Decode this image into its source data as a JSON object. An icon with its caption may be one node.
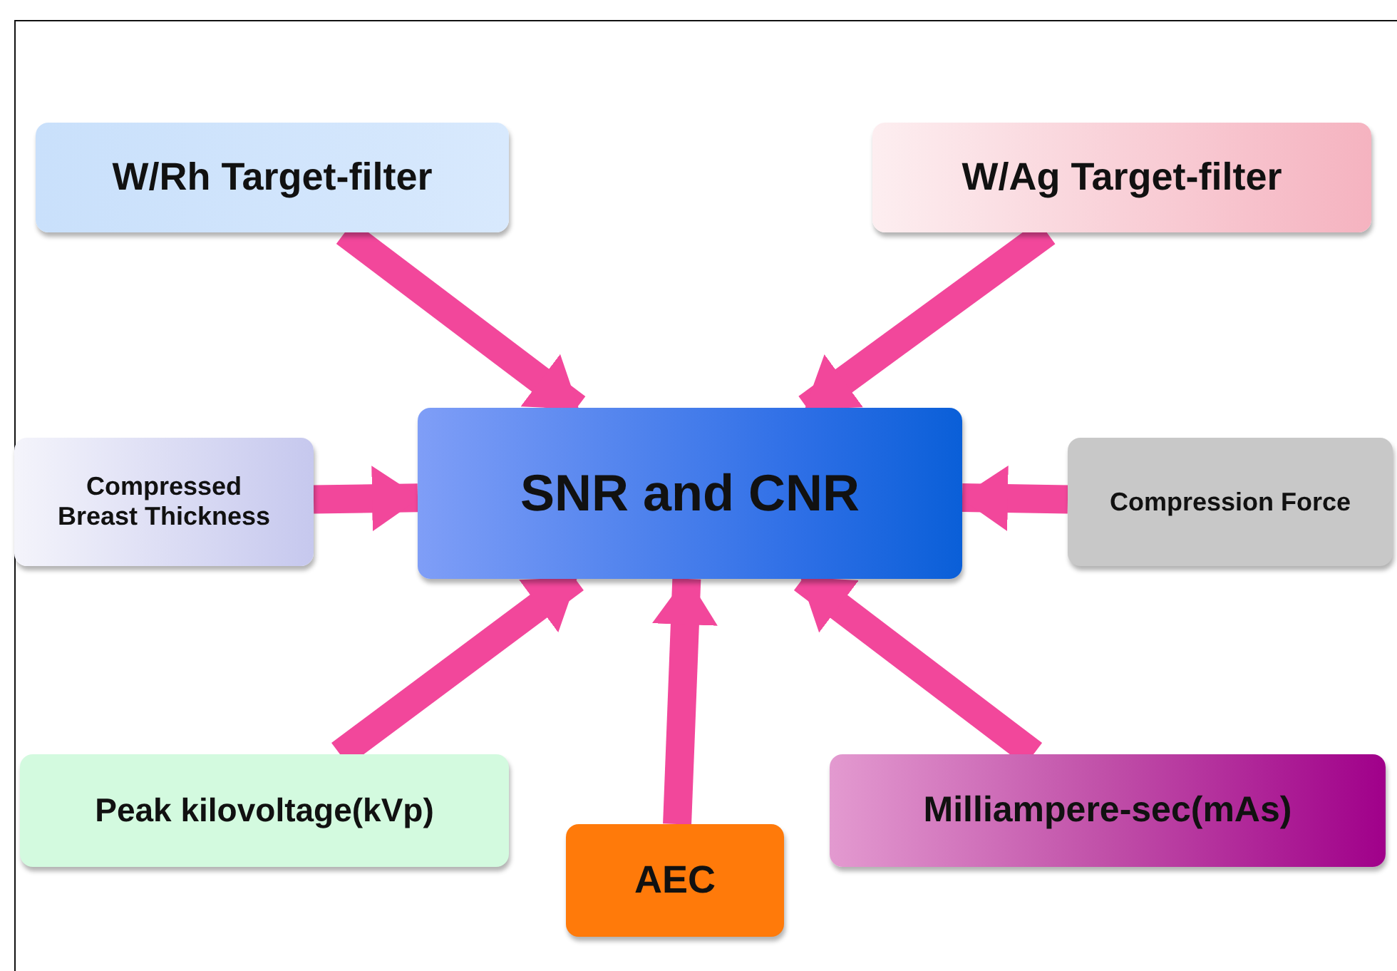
{
  "diagram": {
    "nodes": [
      {
        "text": [
          "W/Rh Target-filter"
        ]
      },
      {
        "text": [
          "W/Ag Target-filter"
        ]
      },
      {
        "text": [
          "Compressed Breast Thickness"
        ]
      },
      {
        "text": [
          "SNR and CNR"
        ]
      },
      {
        "text": [
          "Compression Force"
        ]
      },
      {
        "text": [
          "Peak kilovoltage(kVp)"
        ]
      },
      {
        "text": [
          "Milliampere-sec(mAs)"
        ]
      },
      {
        "text": [
          "AEC"
        ]
      }
    ],
    "edges": [
      {
        "from": 0,
        "to": 3,
        "arrow": "to"
      },
      {
        "from": 1,
        "to": 3,
        "arrow": "to"
      },
      {
        "from": 2,
        "to": 3,
        "arrow": "to"
      },
      {
        "from": 4,
        "to": 3,
        "arrow": "to"
      },
      {
        "from": 5,
        "to": 3,
        "arrow": "to"
      },
      {
        "from": 6,
        "to": 3,
        "arrow": "to"
      },
      {
        "from": 7,
        "to": 3,
        "arrow": "to"
      }
    ]
  }
}
